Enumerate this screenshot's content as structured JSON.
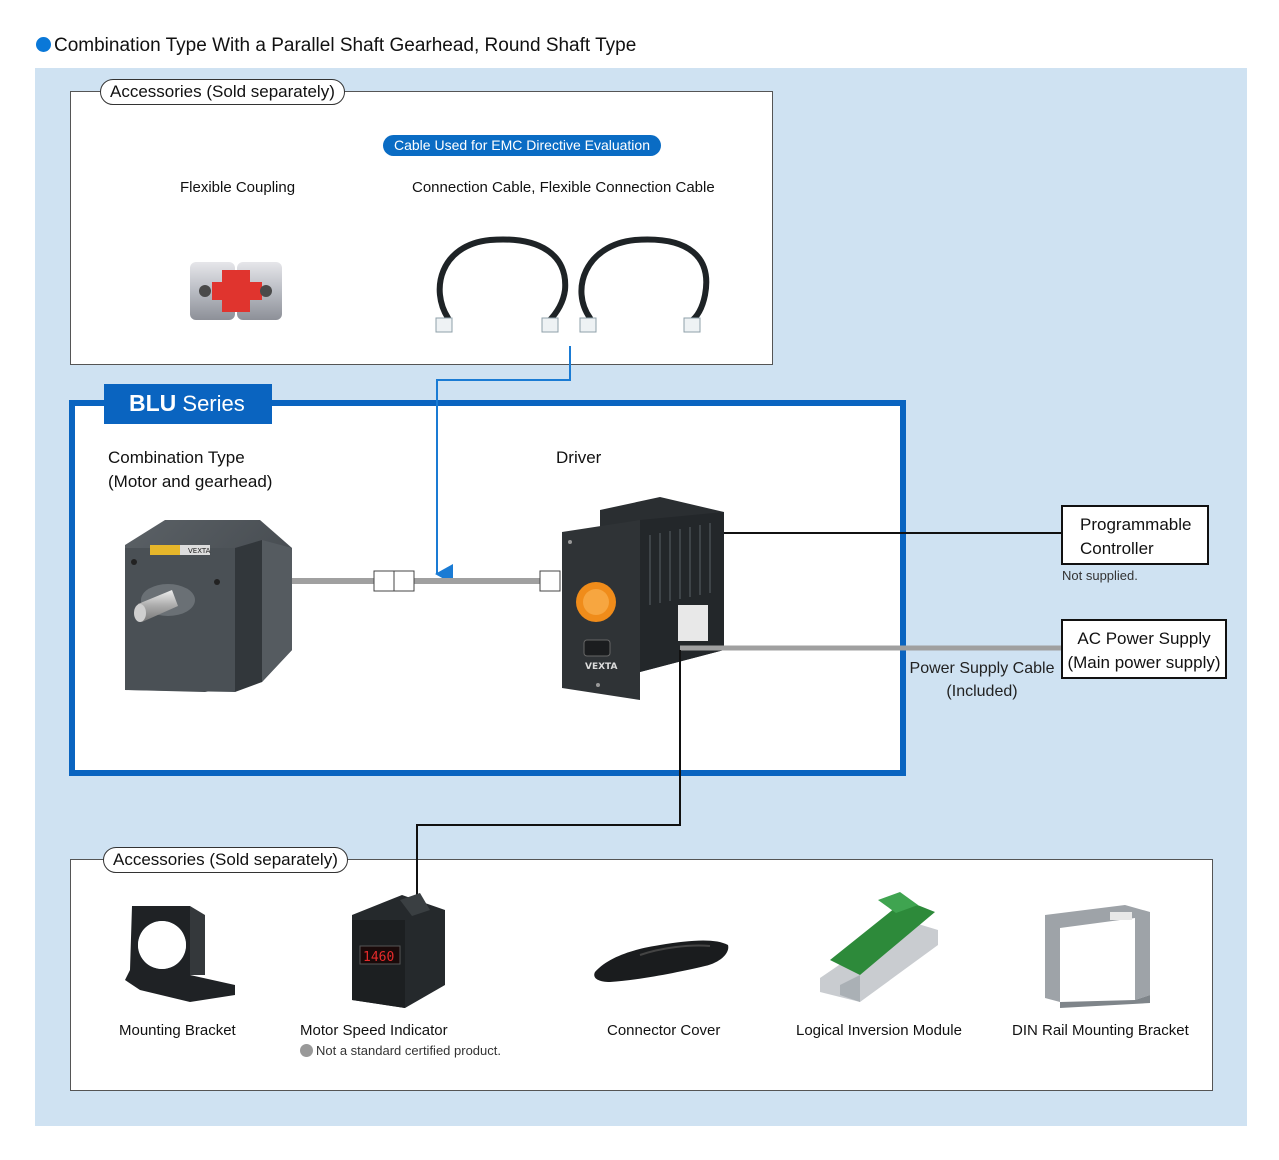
{
  "title": "Combination Type With a Parallel Shaft Gearhead, Round Shaft Type",
  "top_accessories": {
    "tag": "Accessories (Sold separately)",
    "emc_badge": "Cable Used for EMC Directive Evaluation",
    "flexible_coupling": "Flexible Coupling",
    "connection_cable": "Connection Cable, Flexible Connection Cable"
  },
  "series": {
    "name_bold": "BLU",
    "name_rest": " Series",
    "combination_line1": "Combination Type",
    "combination_line2": "(Motor and gearhead)",
    "driver": "Driver"
  },
  "programmable_controller": {
    "line1": "Programmable",
    "line2": "Controller",
    "note": "Not supplied."
  },
  "ac_power": {
    "line1": "AC Power Supply",
    "line2": "(Main power supply)",
    "cable_line1": "Power Supply Cable",
    "cable_line2": "(Included)"
  },
  "bottom_accessories": {
    "tag": "Accessories (Sold separately)",
    "items": [
      {
        "label": "Mounting Bracket"
      },
      {
        "label": "Motor Speed Indicator",
        "note": "Not a standard certified product."
      },
      {
        "label": "Connector Cover"
      },
      {
        "label": "Logical Inversion Module"
      },
      {
        "label": "DIN Rail Mounting Bracket"
      }
    ]
  },
  "product_texts": {
    "driver_brand": "VEXTA",
    "motor_brand": "VEXTA",
    "speed_display": "1460"
  },
  "colors": {
    "accent_blue": "#0a64c0",
    "panel_bg": "#cfe2f2",
    "cable_gray": "#a0a0a0"
  }
}
